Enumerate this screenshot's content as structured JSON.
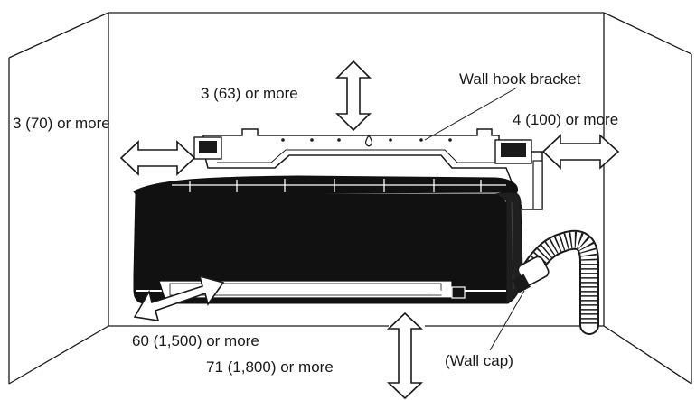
{
  "labels": {
    "top_clearance": "3 (63) or more",
    "left_clearance": "3 (70) or more",
    "right_clearance": "4 (100) or more",
    "front_clearance": "60 (1,500) or more",
    "floor_clearance": "71 (1,800) or more",
    "wall_hook_bracket": "Wall hook bracket",
    "wall_cap": "(Wall cap)"
  }
}
